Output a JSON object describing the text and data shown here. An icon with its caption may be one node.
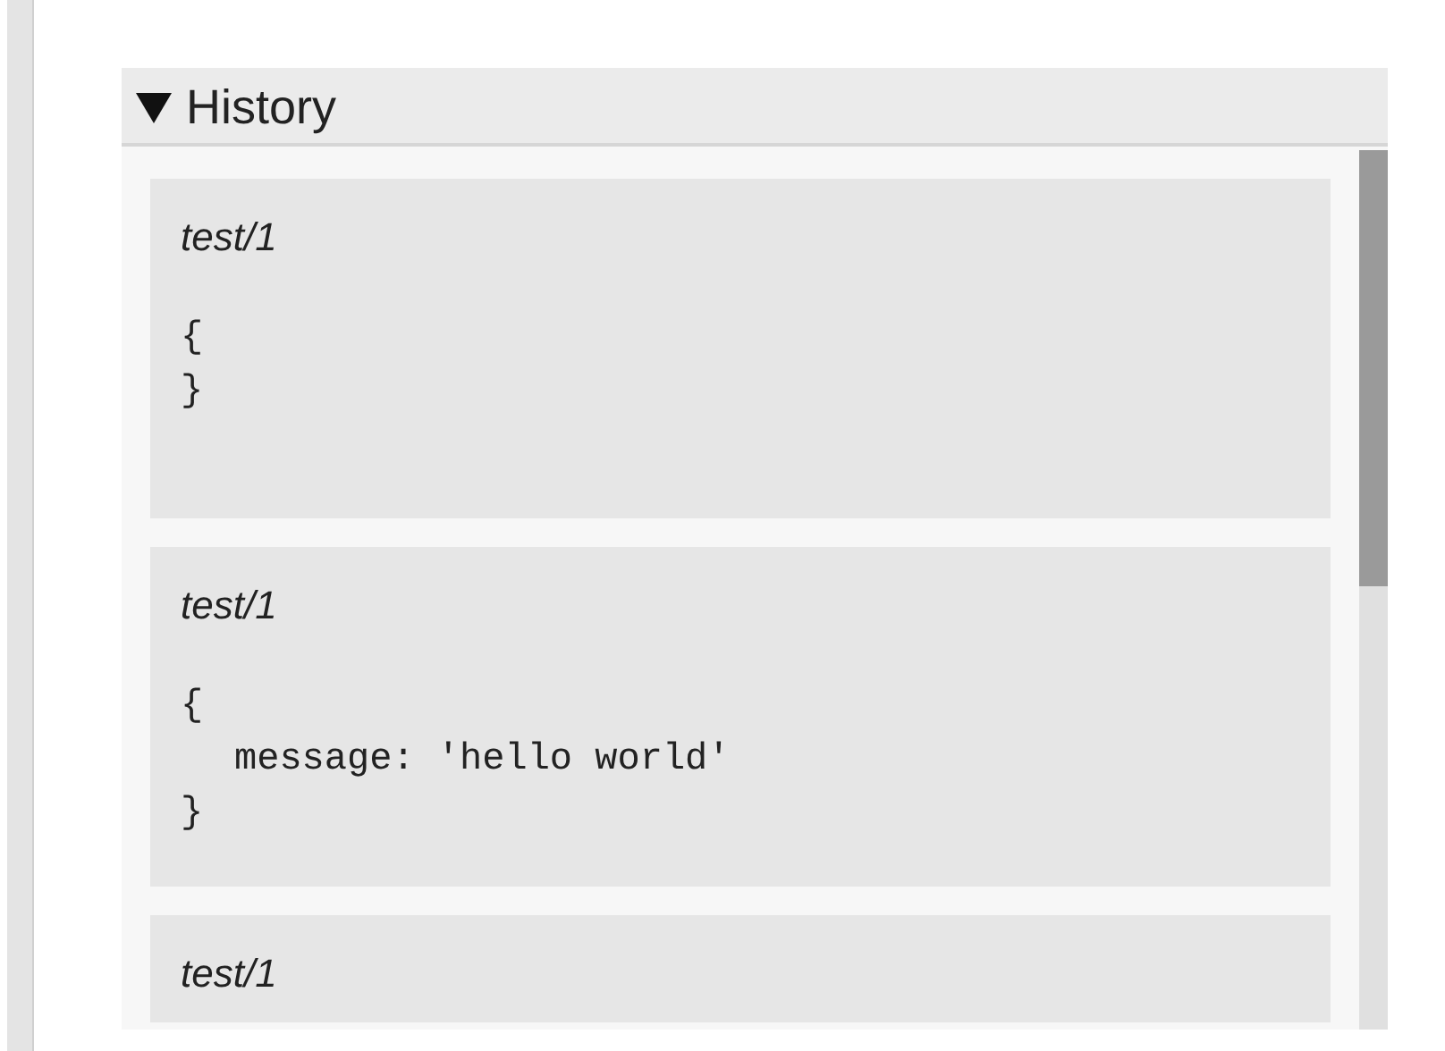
{
  "diagram": {
    "nodes": [
      {
        "text": [],
        "shape": "bar"
      },
      {
        "text": [
          "History"
        ]
      },
      {
        "text": [
          "test/1",
          "{",
          "}"
        ],
        "in": 1
      },
      {
        "text": [
          "test/1",
          "{",
          "message: 'hello world'",
          "}"
        ],
        "in": 1
      },
      {
        "text": [
          "test/1"
        ],
        "in": 1
      }
    ]
  }
}
